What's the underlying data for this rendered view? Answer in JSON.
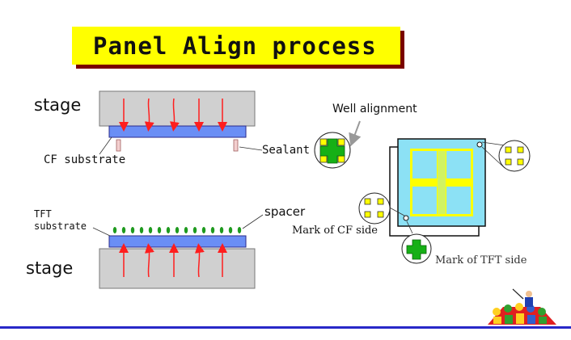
{
  "title": "Panel Align process",
  "labels": {
    "stage_top": "stage",
    "stage_bottom": "stage",
    "cf_substrate": "CF substrate",
    "sealant": "Sealant",
    "well_alignment": "Well alignment",
    "tft_substrate_line1": "TFT",
    "tft_substrate_line2": "substrate",
    "spacer": "spacer",
    "mark_cf_side": "Mark of CF side",
    "mark_tft_side": "Mark of TFT side"
  },
  "colors": {
    "title_bg": "#ffff00",
    "stage": "#d0d0d0",
    "substrate": "#6a8ef5",
    "arrow": "#ff1e1e",
    "mark_cf": "#ffff00",
    "mark_tft": "#16b016",
    "panel": "#8ce1f5",
    "spacer": "#1e9a1e",
    "bottom_line": "#2828c8"
  }
}
